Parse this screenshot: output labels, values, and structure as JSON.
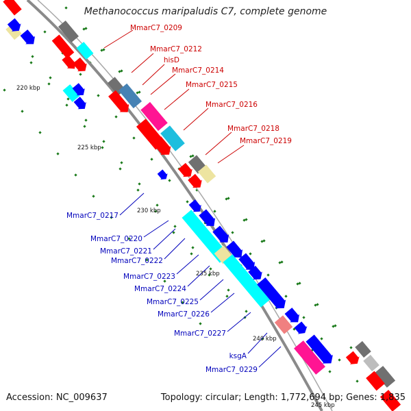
{
  "title": "Methanococcus maripaludis C7, complete genome",
  "accession": "Accession: NC_009637",
  "topology": "Topology: circular; Length: 1,772,694 bp; Genes: 1,835",
  "colors": {
    "backbone": "#8a8a8a",
    "forward_label": "#cc0000",
    "reverse_label": "#0000bb",
    "red": "#ff0000",
    "blue": "#0000ff",
    "cyan": "#00ffff",
    "magenta": "#ff1493",
    "khaki": "#ede4a0",
    "gray": "#707070",
    "lightgray": "#bdbdbd",
    "steelblue": "#4682b4",
    "turquoise": "#1ebede",
    "salmon": "#f08080",
    "skew": "#1a7a1a"
  },
  "scale_labels": [
    "220 kbp",
    "225 kbp",
    "230 kbp",
    "235 kbp",
    "240 kbp",
    "245 kbp"
  ],
  "forward_genes": [
    "MmarC7_0209",
    "MmarC7_0212",
    "hisD",
    "MmarC7_0214",
    "MmarC7_0215",
    "MmarC7_0216",
    "MmarC7_0218",
    "MmarC7_0219"
  ],
  "reverse_genes": [
    "MmarC7_0217",
    "MmarC7_0220",
    "MmarC7_0221",
    "MmarC7_0222",
    "MmarC7_0223",
    "MmarC7_0224",
    "MmarC7_0225",
    "MmarC7_0226",
    "MmarC7_0227",
    "ksgA",
    "MmarC7_0229"
  ]
}
